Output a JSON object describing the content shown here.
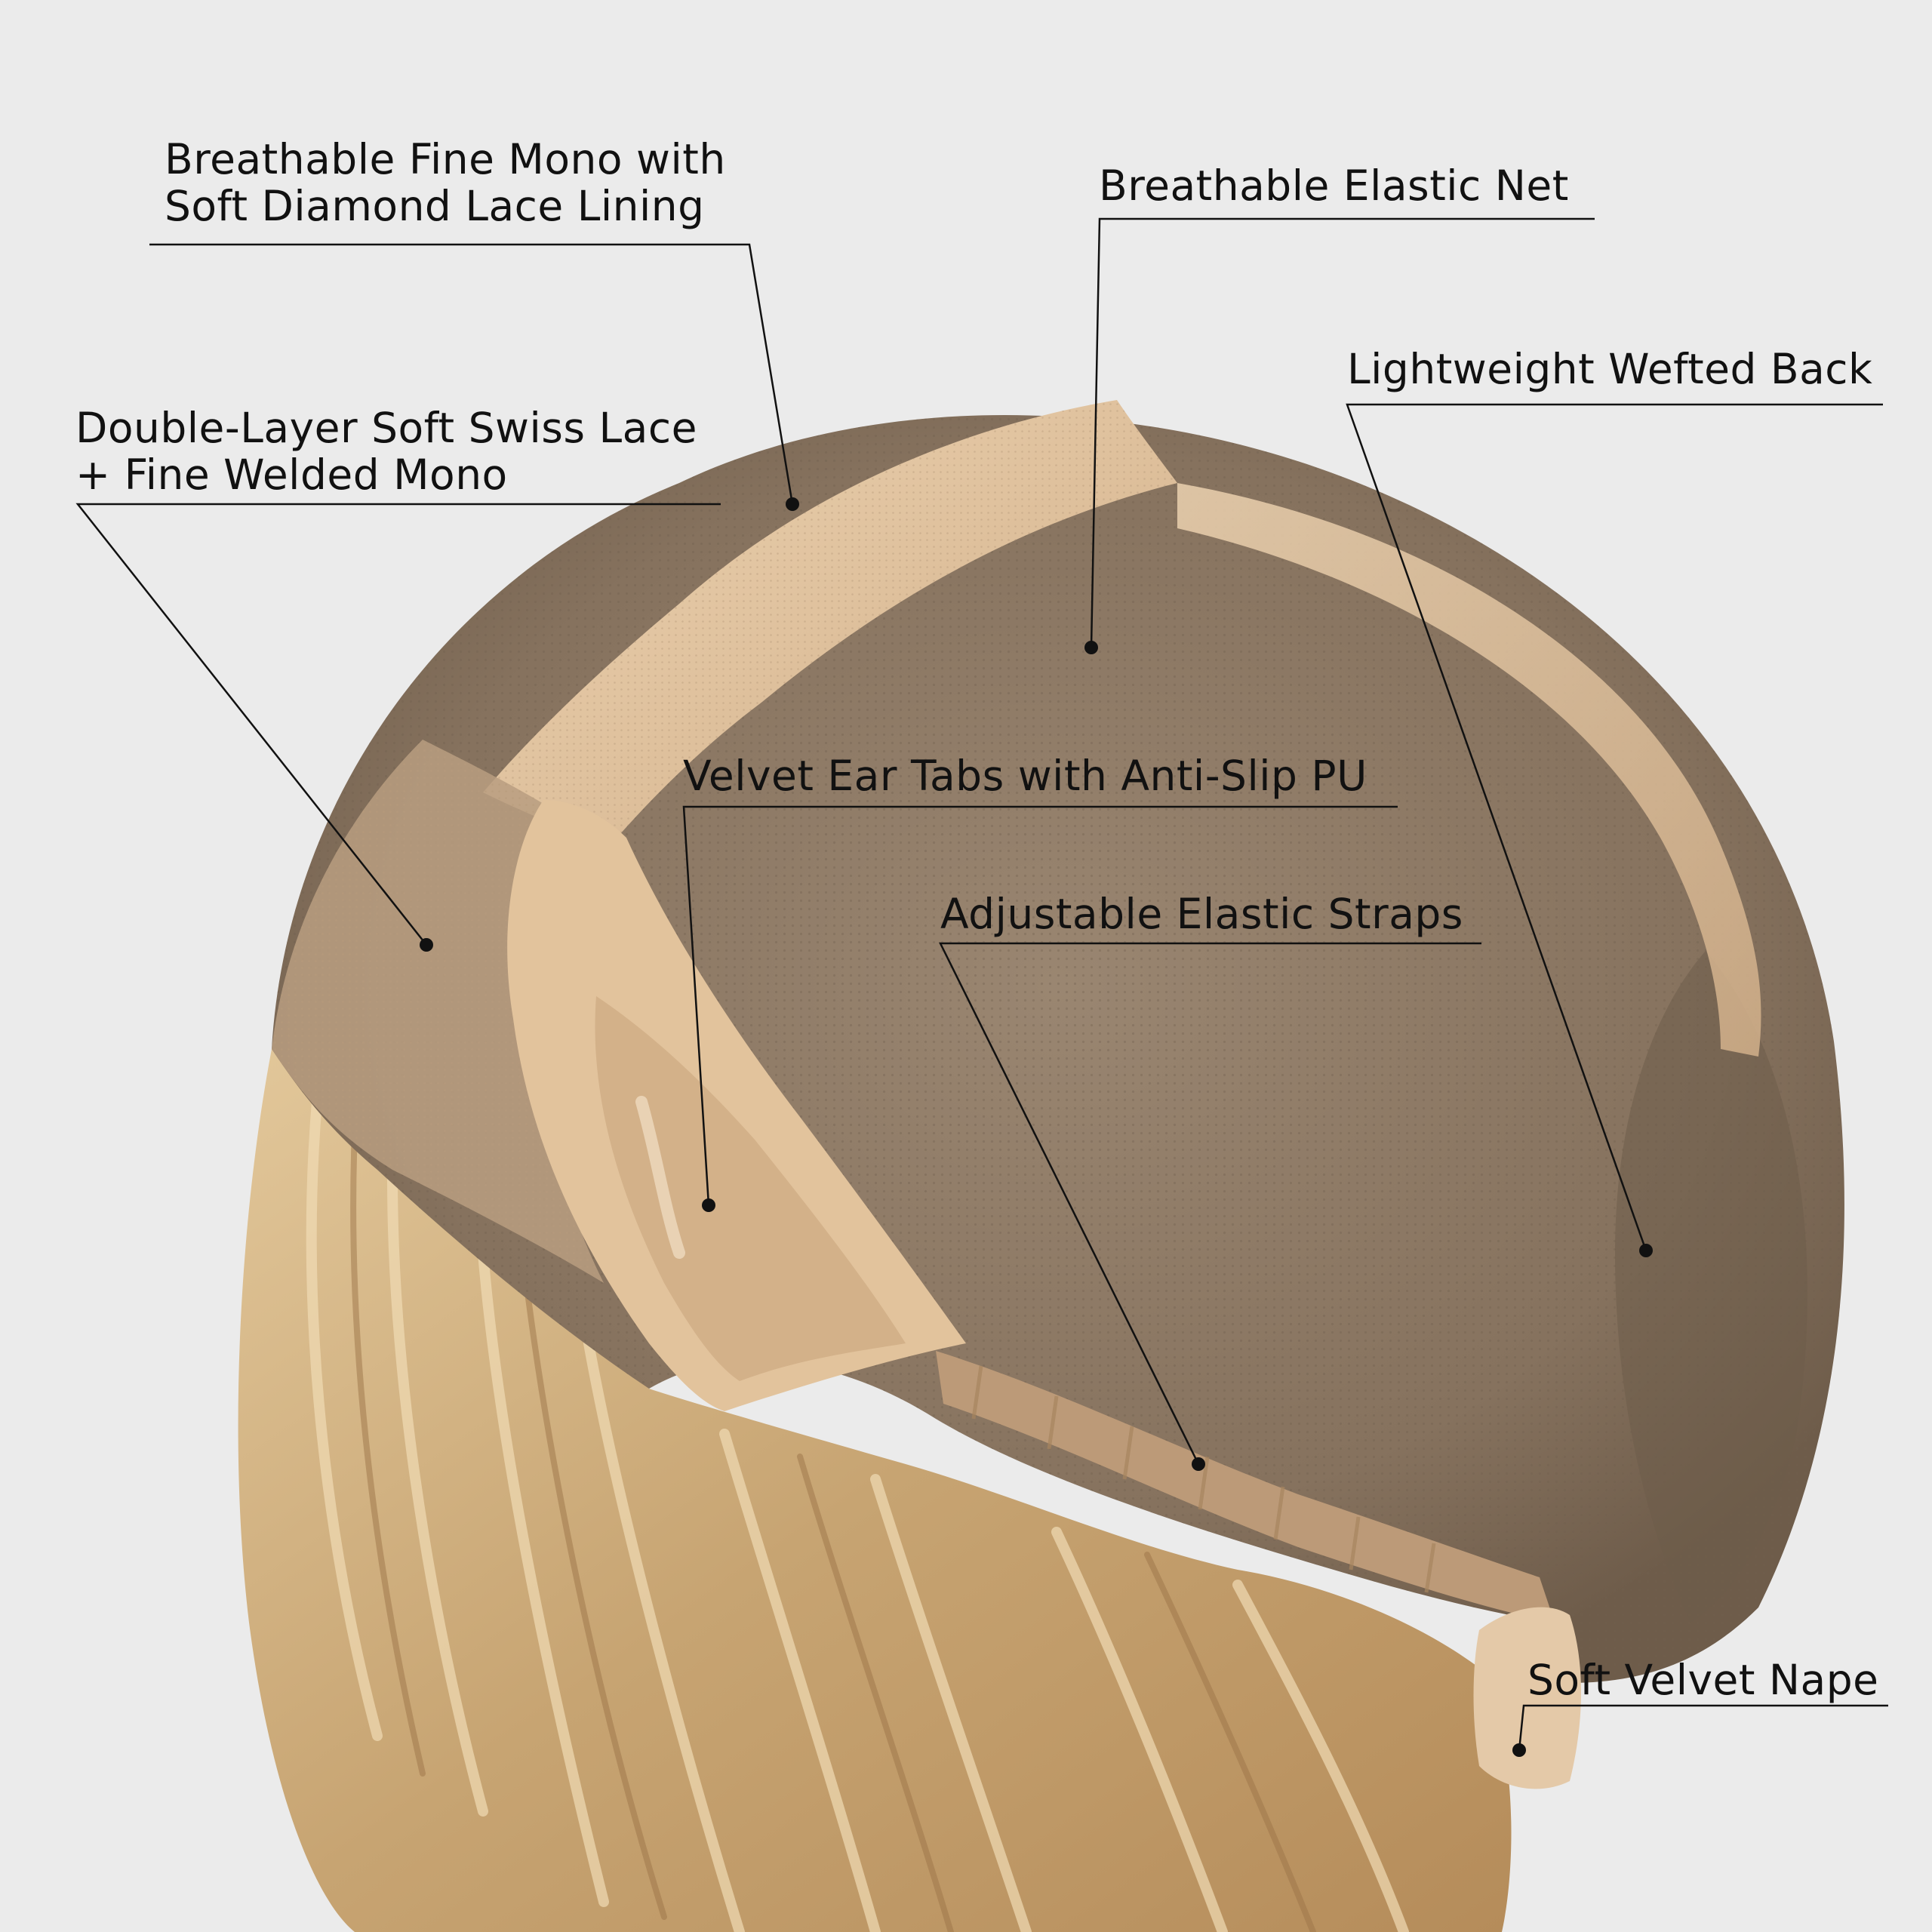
{
  "image": {
    "subject": "wig-cap-interior-with-blonde-hair",
    "background_color": "#ebebeb",
    "cap_color": "#8e7a66",
    "lace_trim_color": "#e6c9a6",
    "hair_color": "#d3b483",
    "annotation_color": "#111111"
  },
  "annotations": [
    {
      "id": "front",
      "lines": [
        "Breathable Fine Mono with",
        "Soft Diamond Lace Lining"
      ]
    },
    {
      "id": "sides",
      "lines": [
        "Double-Layer Soft Swiss Lace",
        "+ Fine Welded Mono"
      ]
    },
    {
      "id": "net",
      "lines": [
        "Breathable Elastic Net"
      ]
    },
    {
      "id": "back",
      "lines": [
        "Lightweight Wefted Back"
      ]
    },
    {
      "id": "ear-tabs",
      "lines": [
        "Velvet Ear Tabs with Anti-Slip PU"
      ]
    },
    {
      "id": "straps",
      "lines": [
        "Adjustable Elastic Straps"
      ]
    },
    {
      "id": "nape",
      "lines": [
        "Soft Velvet Nape"
      ]
    }
  ]
}
